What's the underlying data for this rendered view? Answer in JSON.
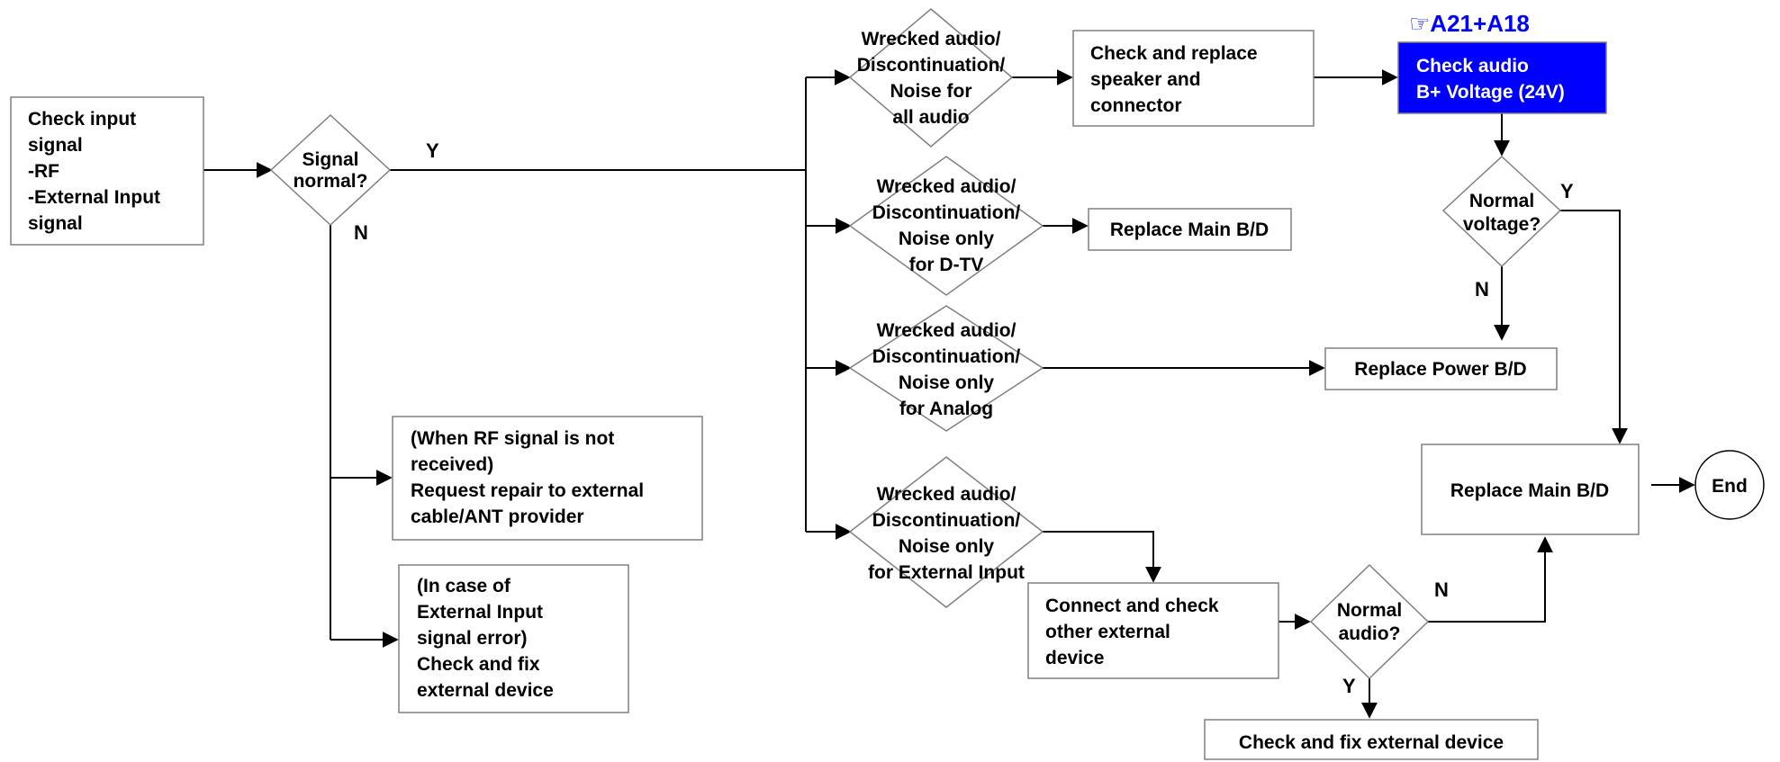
{
  "colors": {
    "highlight_box": "#0000ff",
    "highlight_text": "#ffffff",
    "reference_text": "#0000ff",
    "border": "#808080",
    "connector": "#000000"
  },
  "reference": "☞A21+A18",
  "nodes": {
    "check_input": [
      "Check input",
      "signal",
      "-RF",
      "-External Input",
      "signal"
    ],
    "signal_normal": [
      "Signal",
      "normal?"
    ],
    "rf_not_received": [
      "(When RF signal is not",
      "received)",
      "Request repair to external",
      "cable/ANT provider"
    ],
    "ext_input_error": [
      "(In case of",
      "External Input",
      "signal error)",
      "Check and fix",
      "external device"
    ],
    "all_audio": [
      "Wrecked audio/",
      "Discontinuation/",
      "Noise for",
      "all audio"
    ],
    "dtv_only": [
      "Wrecked audio/",
      "Discontinuation/",
      "Noise only",
      "for D-TV"
    ],
    "analog_only": [
      "Wrecked audio/",
      "Discontinuation/",
      "Noise only",
      "for Analog"
    ],
    "ext_only": [
      "Wrecked audio/",
      "Discontinuation/",
      "Noise only",
      "for External Input"
    ],
    "check_speaker": [
      "Check and replace",
      "speaker and",
      "connector"
    ],
    "check_audio_bplus": [
      "Check audio",
      "B+ Voltage (24V)"
    ],
    "normal_voltage": [
      "Normal",
      "voltage?"
    ],
    "replace_main_top": [
      "Replace Main B/D"
    ],
    "replace_power": [
      "Replace Power B/D"
    ],
    "replace_main_end": [
      "Replace Main B/D"
    ],
    "end": [
      "End"
    ],
    "connect_check_ext": [
      "Connect and check",
      "other external",
      "device"
    ],
    "normal_audio": [
      "Normal",
      "audio?"
    ],
    "check_fix_ext": [
      "Check and fix external device"
    ]
  },
  "edge_labels": {
    "signal_yes": "Y",
    "signal_no": "N",
    "voltage_yes": "Y",
    "voltage_no": "N",
    "audio_no": "N",
    "audio_yes": "Y"
  }
}
